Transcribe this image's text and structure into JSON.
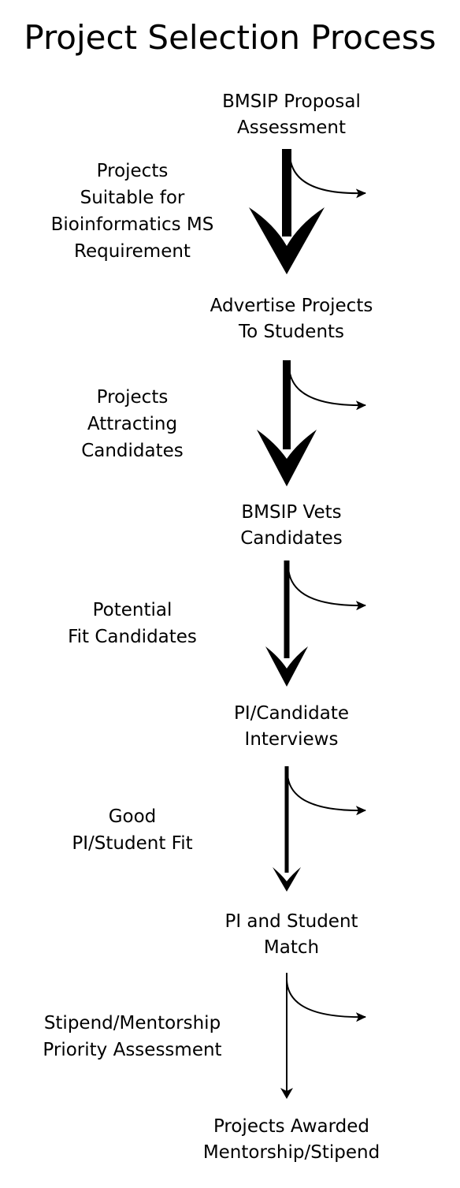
{
  "title": "Project Selection Process",
  "stages": [
    {
      "lines": [
        "BMSIP Proposal",
        "Assessment"
      ]
    },
    {
      "lines": [
        "Advertise Projects",
        "To Students"
      ]
    },
    {
      "lines": [
        "BMSIP Vets",
        "Candidates"
      ]
    },
    {
      "lines": [
        "PI/Candidate",
        "Interviews"
      ]
    },
    {
      "lines": [
        "PI and Student",
        "Match"
      ]
    },
    {
      "lines": [
        "Projects Awarded",
        "Mentorship/Stipend"
      ]
    }
  ],
  "filters": [
    {
      "lines": [
        "Projects",
        "Suitable for",
        "Bioinformatics MS",
        "Requirement"
      ]
    },
    {
      "lines": [
        "Projects",
        "Attracting",
        "Candidates"
      ]
    },
    {
      "lines": [
        "Potential",
        "Fit Candidates"
      ]
    },
    {
      "lines": [
        "Good",
        "PI/Student Fit"
      ]
    },
    {
      "lines": [
        "Stipend/Mentorship",
        "Priority Assessment"
      ]
    }
  ],
  "colors": {
    "ink": "#000000",
    "background": "#ffffff"
  }
}
